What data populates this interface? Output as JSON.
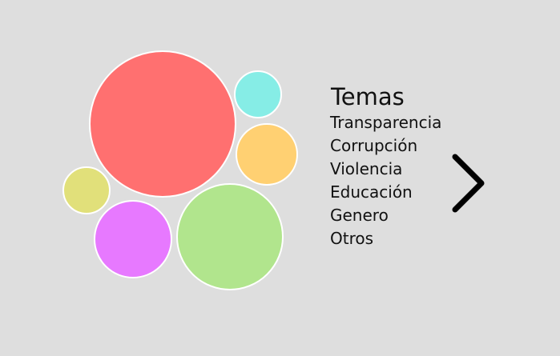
{
  "legend": {
    "title": "Temas",
    "items": [
      "Transparencia",
      "Corrupción",
      "Violencia",
      "Educación",
      "Genero",
      "Otros"
    ]
  },
  "bubbles": [
    {
      "name": "bubble-red",
      "color": "#ff7070"
    },
    {
      "name": "bubble-cyan",
      "color": "#86ede6"
    },
    {
      "name": "bubble-orange",
      "color": "#ffd072"
    },
    {
      "name": "bubble-yellow",
      "color": "#e1e07a"
    },
    {
      "name": "bubble-magenta",
      "color": "#e779ff"
    },
    {
      "name": "bubble-green",
      "color": "#b1e58d"
    }
  ],
  "controls": {
    "next_icon": "chevron-right-icon"
  }
}
